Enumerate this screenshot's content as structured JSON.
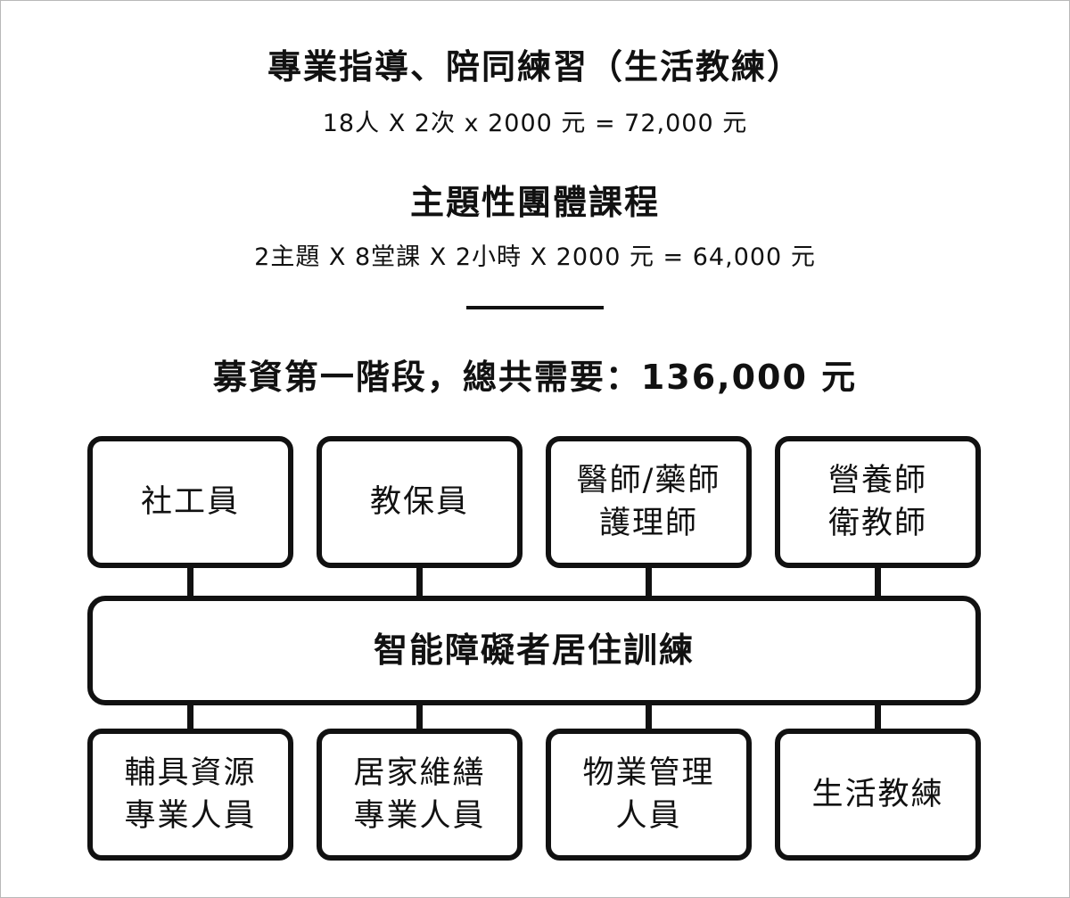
{
  "heading1": "專業指導、陪同練習（生活教練）",
  "calc1": "18人 X 2次 x 2000 元 = 72,000 元",
  "heading2": "主題性團體課程",
  "calc2": "2主題 X 8堂課 X 2小時 X 2000 元 = 64,000 元",
  "total": "募資第一階段，總共需要：136,000 元",
  "center_label": "智能障礙者居住訓練",
  "top_boxes": [
    {
      "lines": [
        "社工員"
      ]
    },
    {
      "lines": [
        "教保員"
      ]
    },
    {
      "lines": [
        "醫師/藥師",
        "護理師"
      ]
    },
    {
      "lines": [
        "營養師",
        "衛教師"
      ]
    }
  ],
  "bottom_boxes": [
    {
      "lines": [
        "輔具資源",
        "專業人員"
      ]
    },
    {
      "lines": [
        "居家維繕",
        "專業人員"
      ]
    },
    {
      "lines": [
        "物業管理",
        "人員"
      ]
    },
    {
      "lines": [
        "生活教練"
      ]
    }
  ],
  "colors": {
    "ink": "#111111",
    "background": "#ffffff"
  }
}
